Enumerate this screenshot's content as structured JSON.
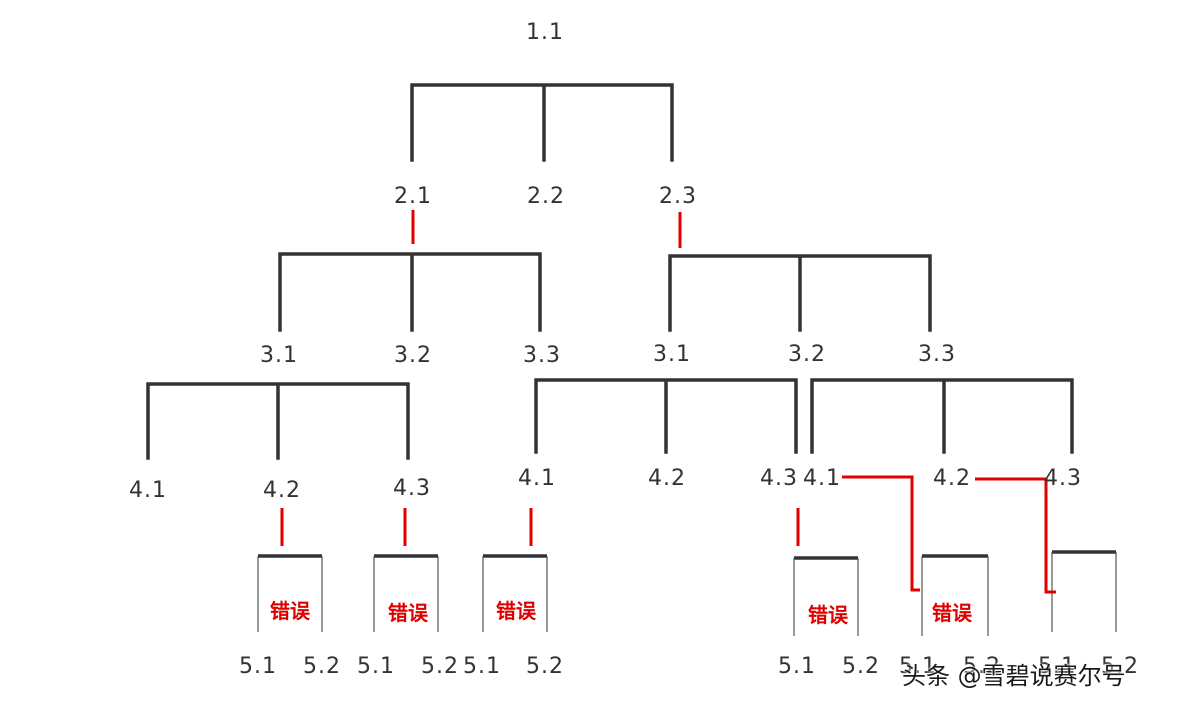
{
  "colors": {
    "tree_line": "#333333",
    "highlight": "#e00000",
    "bracket": "#333333"
  },
  "labels": {
    "n1_1": "1.1",
    "n2_1": "2.1",
    "n2_2": "2.2",
    "n2_3": "2.3",
    "l_n3_1": "3.1",
    "l_n3_2": "3.2",
    "l_n3_3": "3.3",
    "r_n3_1": "3.1",
    "r_n3_2": "3.2",
    "r_n3_3": "3.3",
    "a_n4_1": "4.1",
    "a_n4_2": "4.2",
    "a_n4_3": "4.3",
    "b_n4_1": "4.1",
    "b_n4_2": "4.2",
    "b_n4_3": "4.3",
    "c_n4_1": "4.1",
    "c_n4_2": "4.2",
    "c_n4_3": "4.3",
    "leaf_1": "5.1",
    "leaf_2": "5.2",
    "leaf_3": "5.1",
    "leaf_4": "5.2",
    "leaf_5": "5.1",
    "leaf_6": "5.2",
    "leaf_7": "5.1",
    "leaf_8": "5.2",
    "leaf_9": "5.1",
    "leaf_10": "5.2",
    "leaf_11": "5.1",
    "leaf_12": "5.2"
  },
  "error_boxes": {
    "label_1": "错误",
    "label_2": "错误",
    "label_3": "错误",
    "label_4": "错误",
    "label_5": "错误"
  },
  "watermark": "头条 @雪碧说赛尔号"
}
